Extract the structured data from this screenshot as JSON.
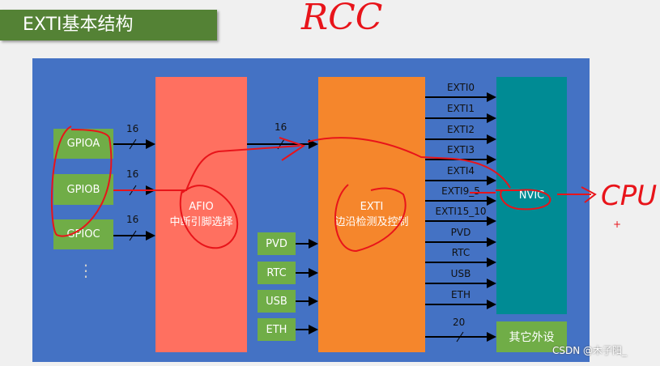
{
  "title": "EXTI基本结构",
  "gpio": [
    "GPIOA",
    "GPIOB",
    "GPIOC"
  ],
  "gpio_more": "⋮",
  "bus_width_gpio": "16",
  "bus_width_afio": "16",
  "afio": {
    "line1": "AFIO",
    "line2": "中断引脚选择"
  },
  "exti": {
    "line1": "EXTI",
    "line2": "边沿检测及控制"
  },
  "peripherals": [
    "PVD",
    "RTC",
    "USB",
    "ETH"
  ],
  "exti_outputs": [
    "EXTI0",
    "EXTI1",
    "EXTI2",
    "EXTI3",
    "EXTI4",
    "EXTI9_5",
    "EXTI15_10",
    "PVD",
    "RTC",
    "USB",
    "ETH"
  ],
  "nvic": "NVIC",
  "other_width": "20",
  "other": "其它外设",
  "annotations": {
    "rcc": "RCC",
    "cpu": "CPU"
  },
  "watermark": "CSDN @木子阳_",
  "colors": {
    "panel": "#4472c4",
    "afio": "#ff7060",
    "exti": "#f5862c",
    "nvic": "#008b94",
    "green": "#70ad47",
    "ink": "#e8141a"
  }
}
